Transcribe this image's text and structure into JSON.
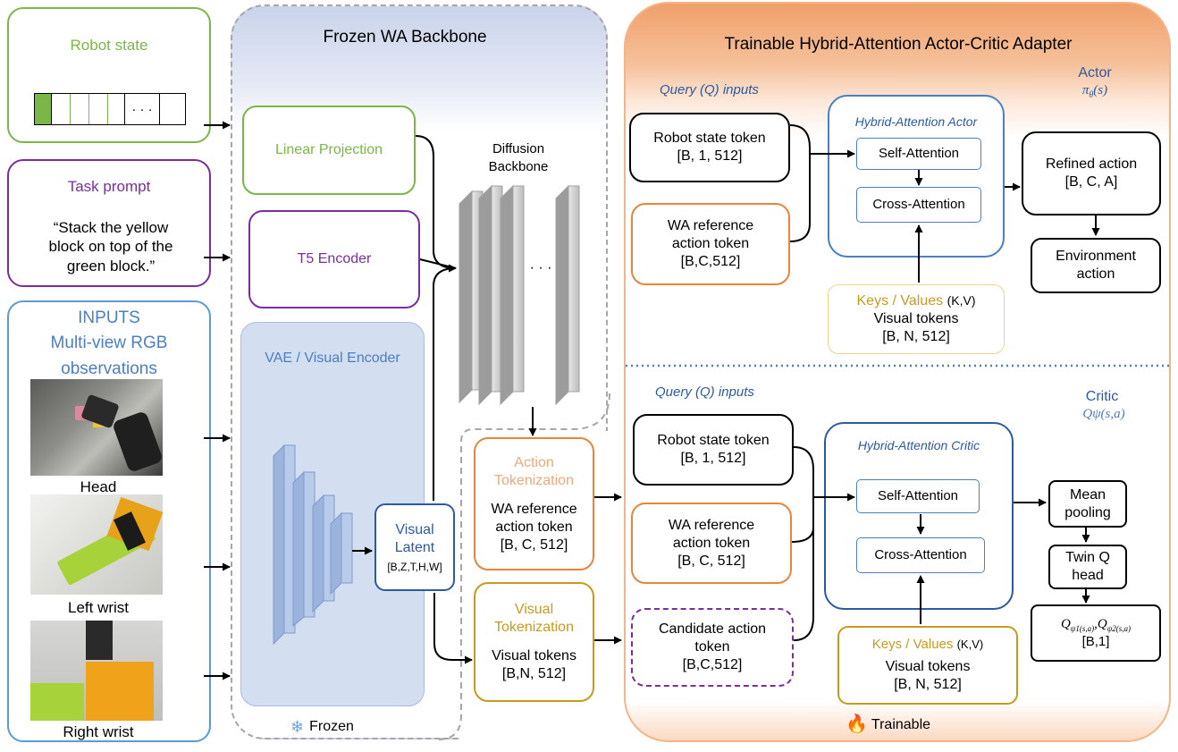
{
  "inputs": {
    "robot_state": {
      "title": "Robot state",
      "ellipsis": "· · ·"
    },
    "task_prompt": {
      "title": "Task prompt",
      "text": "“Stack the yellow block on top of the green block.”"
    },
    "observations": {
      "title_line1": "INPUTS",
      "title_line2": "Multi-view RGB",
      "title_line3": "observations",
      "views": [
        "Head",
        "Left wrist",
        "Right wrist"
      ]
    }
  },
  "backbone": {
    "title": "Frozen WA Backbone",
    "linear_projection": "Linear Projection",
    "t5_encoder": "T5 Encoder",
    "vae_encoder": "VAE / Visual Encoder",
    "visual_latent_line1": "Visual",
    "visual_latent_line2": "Latent",
    "visual_latent_shape": "[B,Z,T,H,W]",
    "diffusion_line1": "Diffusion",
    "diffusion_line2": "Backbone",
    "diffusion_ellipsis": "· · ·",
    "frozen_label": "Frozen"
  },
  "tokenization": {
    "action_title_line1": "Action",
    "action_title_line2": "Tokenization",
    "action_text_line1": "WA reference",
    "action_text_line2": "action token",
    "action_text_line3": "[B, C, 512]",
    "visual_title_line1": "Visual",
    "visual_title_line2": "Tokenization",
    "visual_text_line1": "Visual tokens",
    "visual_text_line2": "[B,N, 512]"
  },
  "adapter": {
    "title": "Trainable Hybrid-Attention Actor-Critic Adapter",
    "trainable_label": "Trainable",
    "actor": {
      "label": "Actor",
      "policy": "π",
      "policy_sub": "θ",
      "policy_arg": "(s)",
      "query_label": "Query (Q) inputs",
      "robot_state_line1": "Robot state token",
      "robot_state_line2": "[B, 1, 512]",
      "wa_ref_line1": "WA reference",
      "wa_ref_line2": "action token",
      "wa_ref_line3": "[B,C,512]",
      "block_title": "Hybrid-Attention Actor",
      "self_attention": "Self-Attention",
      "cross_attention": "Cross-Attention",
      "kv_label": "Keys / Values",
      "kv_suffix": "(K,V)",
      "kv_text_line1": "Visual tokens",
      "kv_text_line2": "[B, N, 512]",
      "refined_line1": "Refined action",
      "refined_line2": "[B, C, A]",
      "env_line1": "Environment",
      "env_line2": "action"
    },
    "critic": {
      "label": "Critic",
      "q_label": "Qψ(s,a)",
      "query_label": "Query (Q) inputs",
      "robot_state_line1": "Robot state token",
      "robot_state_line2": "[B, 1, 512]",
      "wa_ref_line1": "WA reference",
      "wa_ref_line2": "action token",
      "wa_ref_line3": "[B, C, 512]",
      "candidate_line1": "Candidate action",
      "candidate_line2": "token",
      "candidate_line3": "[B,C,512]",
      "block_title": "Hybrid-Attention Critic",
      "self_attention": "Self-Attention",
      "cross_attention": "Cross-Attention",
      "kv_label": "Keys / Values",
      "kv_suffix": "(K,V)",
      "kv_text_line1": "Visual tokens",
      "kv_text_line2": "[B, N, 512]",
      "mean_line1": "Mean",
      "mean_line2": "pooling",
      "twin_line1": "Twin Q",
      "twin_line2": "head",
      "q1": "Q",
      "q1_sub": "ψ1(s,a)",
      "sep": ",",
      "q2": "Q",
      "q2_sub": "ψ2(s,a)",
      "q_shape": "[B,1]"
    }
  },
  "colors": {
    "green": "#7ab648",
    "purple": "#7b2d9e",
    "blue": "#4a7fc1",
    "orange": "#e8853a",
    "gold": "#c79a1e",
    "dark_blue": "#2c5aa0",
    "gray_dash": "#a6a6a6"
  }
}
